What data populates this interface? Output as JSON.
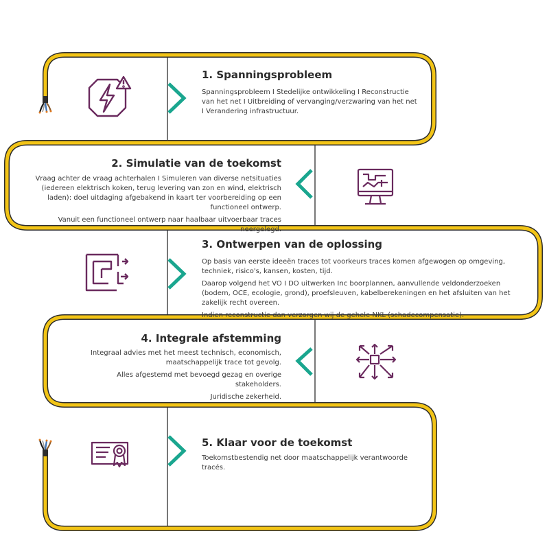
{
  "colors": {
    "cable": "#f2c416",
    "cable_edge": "#2d2d2d",
    "chevron": "#1aa68f",
    "icon": "#6a2a5e",
    "divider": "#777777"
  },
  "steps": [
    {
      "title": "1. Spanningsprobleem",
      "icon": "power-warning-icon",
      "paragraphs": [
        "Spanningsprobleem I Stedelijke ontwikkeling I Reconstructie van het net I Uitbreiding of vervanging/verzwaring van het net I Verandering infrastructuur."
      ]
    },
    {
      "title": "2. Simulatie van de toekomst",
      "icon": "monitor-network-icon",
      "paragraphs": [
        "Vraag achter de vraag achterhalen I Simuleren van diverse netsituaties (iedereen elektrisch koken, terug levering van zon en wind, elektrisch laden): doel uitdaging afgebakend in kaart ter voorbereiding op een functioneel ontwerp.",
        "Vanuit een functioneel ontwerp naar haalbaar uitvoerbaar traces neergelegd."
      ]
    },
    {
      "title": "3. Ontwerpen van de oplossing",
      "icon": "maze-icon",
      "paragraphs": [
        "Op basis van eerste ideeën traces tot voorkeurs traces komen afgewogen op omgeving, techniek, risico's, kansen, kosten, tijd.",
        "Daarop volgend het VO I DO uitwerken Inc boorplannen, aanvullende veldonderzoeken (bodem, OCE, ecologie, grond), proefsleuven, kabelberekeningen en het afsluiten van het zakelijk recht overeen.",
        "Indien reconstructie dan verzorgen wij de gehele NKL (schadecompensatie)."
      ]
    },
    {
      "title": "4. Integrale afstemming",
      "icon": "arrows-converge-icon",
      "paragraphs": [
        "Integraal advies met het meest technisch, economisch, maatschappelijk trace tot gevolg.",
        "Alles afgestemd met bevoegd gezag en overige stakeholders.",
        "Juridische zekerheid."
      ]
    },
    {
      "title": "5. Klaar voor de toekomst",
      "icon": "certificate-icon",
      "paragraphs": [
        "Toekomstbestendig net door maatschappelijk verantwoorde tracés."
      ]
    }
  ]
}
